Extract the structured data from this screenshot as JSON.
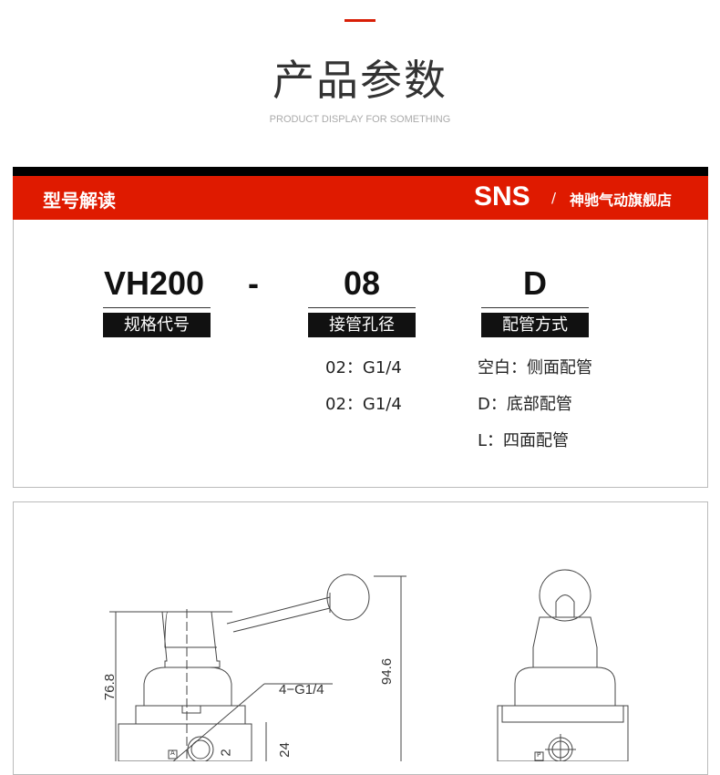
{
  "header": {
    "title": "产品参数",
    "subtitle": "PRODUCT DISPLAY FOR SOMETHING"
  },
  "banner": {
    "label": "型号解读",
    "brand": "SNS",
    "separator": "/",
    "shop": "神驰气动旗舰店",
    "color": "#df1a00"
  },
  "model": {
    "segments": [
      {
        "code": "VH200",
        "label": "规格代号"
      },
      {
        "code": "-"
      },
      {
        "code": "08",
        "label": "接管孔径",
        "options": [
          "02：G1/4",
          "02：G1/4"
        ]
      },
      {
        "code": "D",
        "label": "配管方式",
        "options": [
          "空白：侧面配管",
          "D：底部配管",
          "L：四面配管"
        ]
      }
    ]
  },
  "drawing": {
    "dims": [
      "76.8",
      "94.6",
      "4−G1/4",
      "24",
      "2"
    ],
    "port_labels": [
      "A",
      "P"
    ]
  }
}
